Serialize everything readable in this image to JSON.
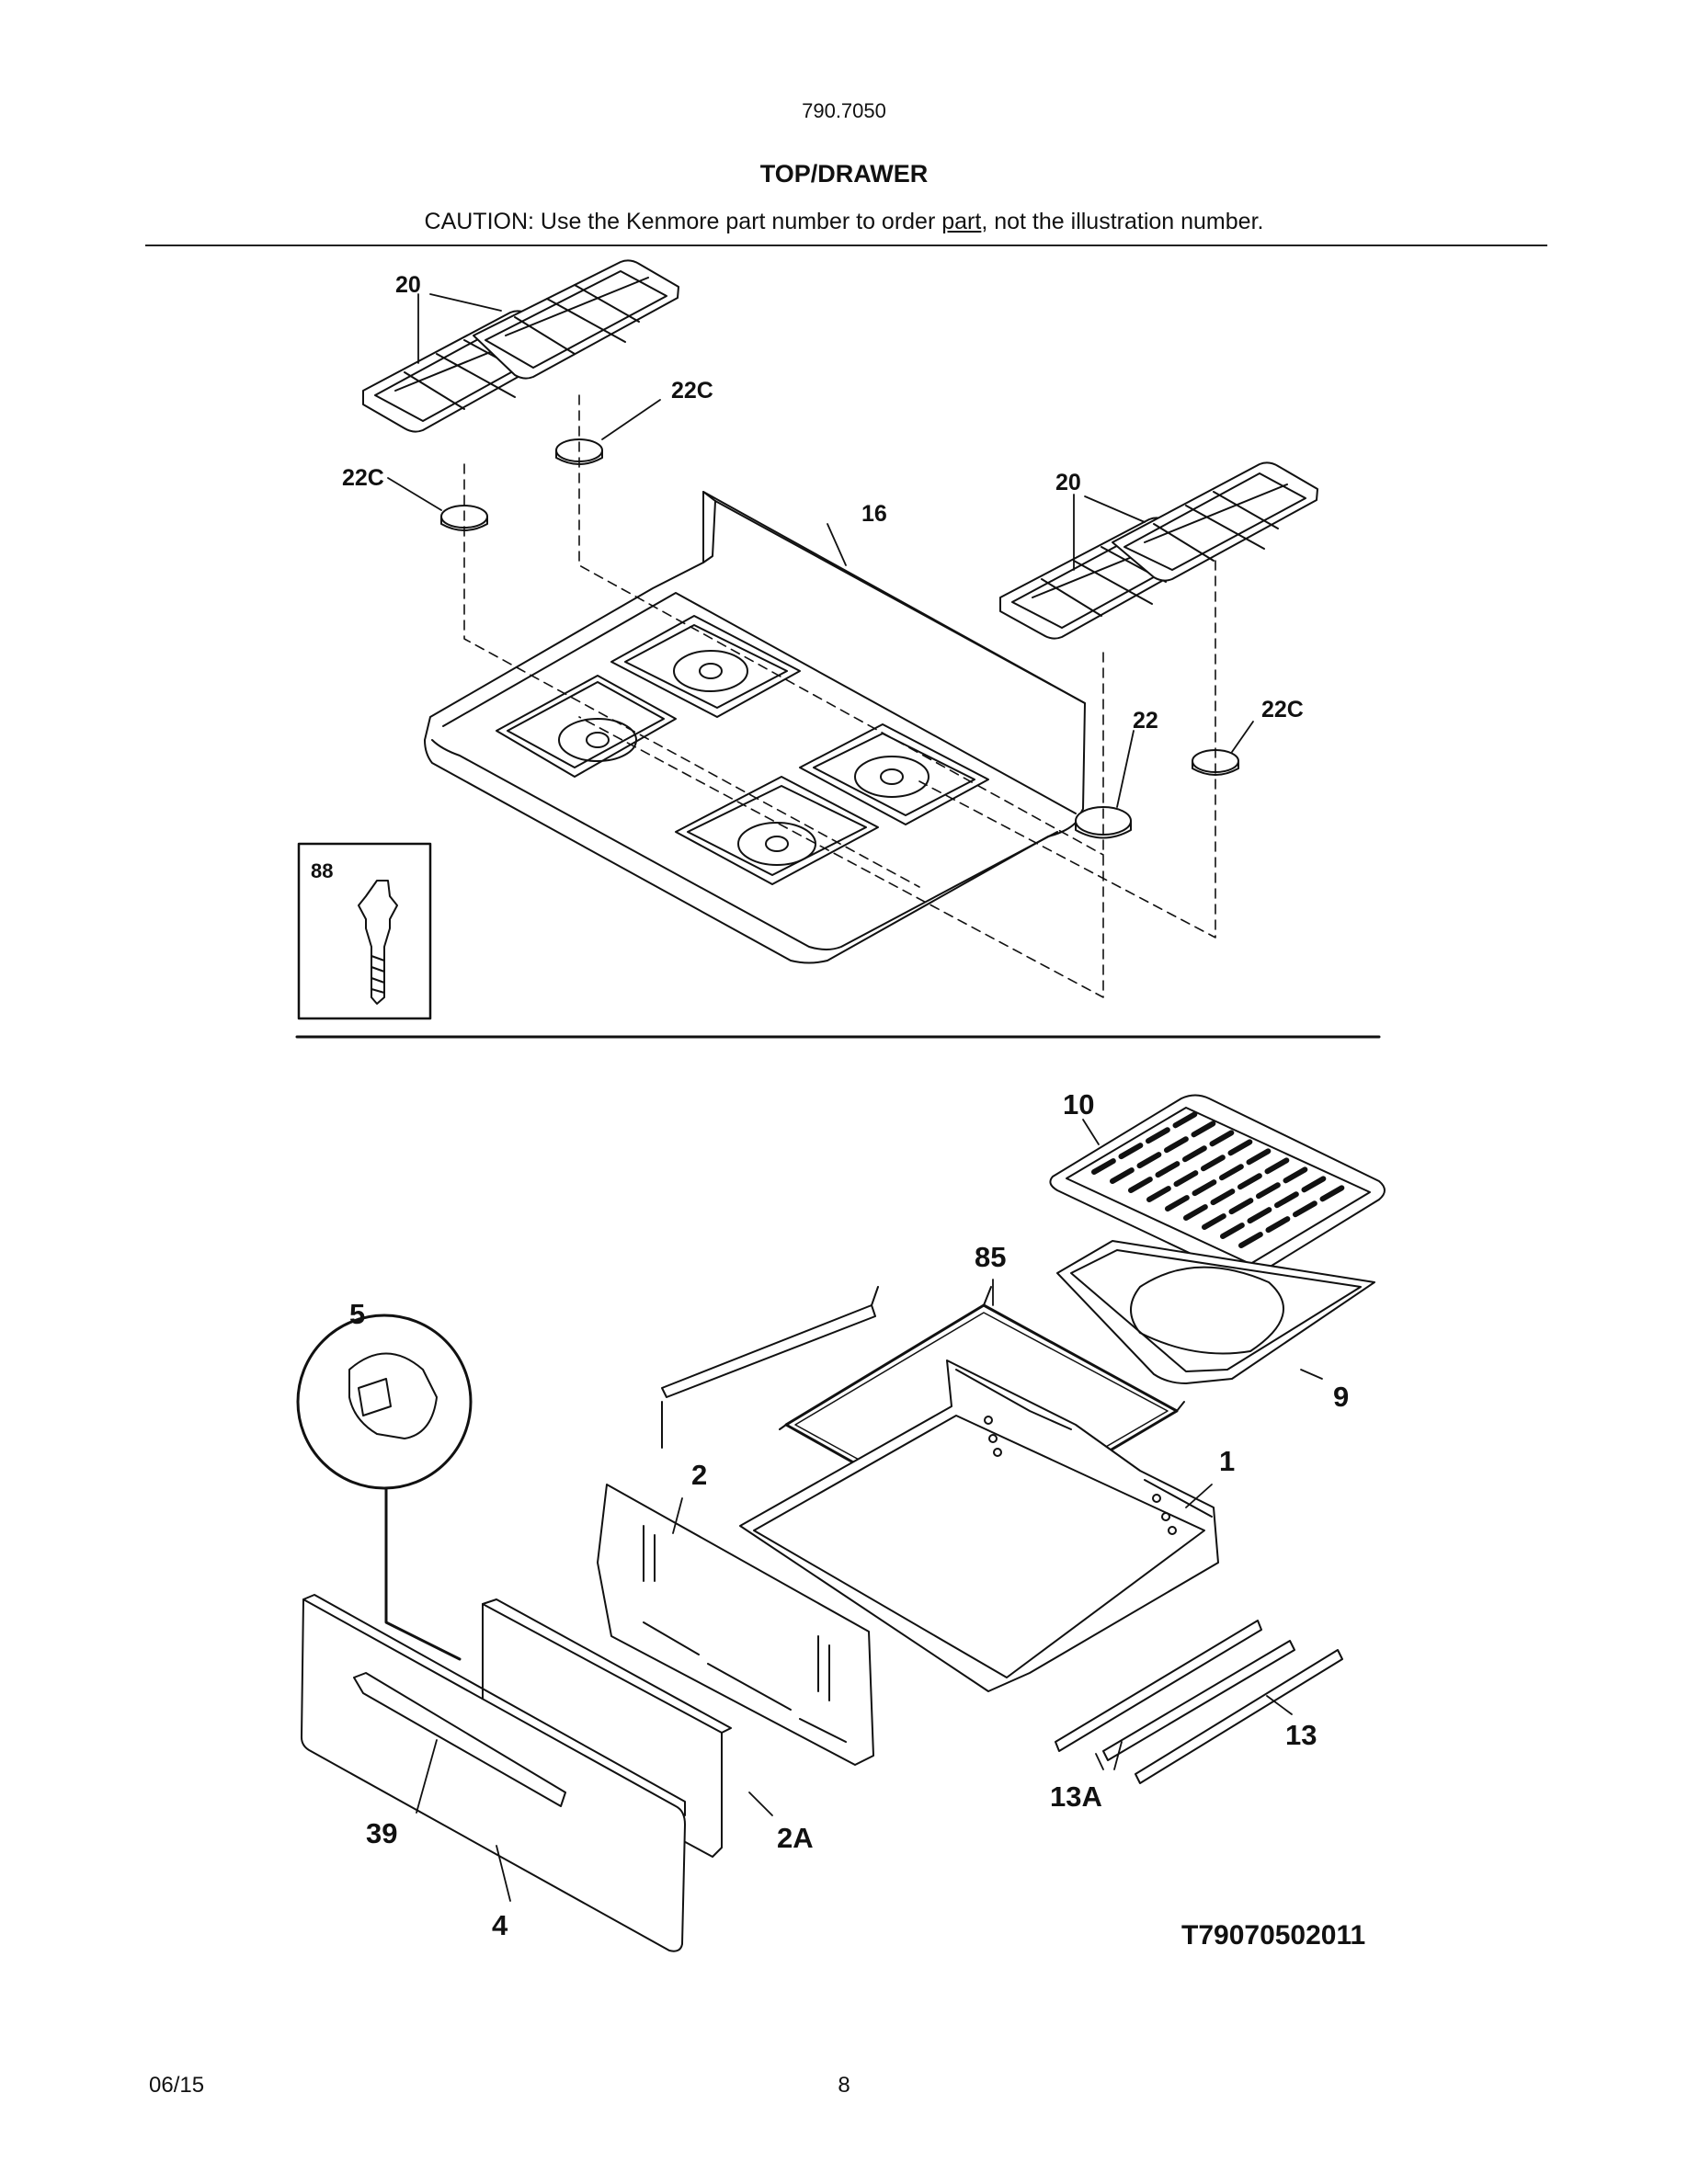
{
  "header": {
    "model_number": "790.7050",
    "section_title": "TOP/DRAWER",
    "caution_prefix": "CAUTION: Use the Kenmore part number to order ",
    "caution_link": "part",
    "caution_suffix": ", not the illustration number."
  },
  "callouts": {
    "grate_left": "20",
    "cap_left_upper": "22C",
    "cap_left_lower": "22C",
    "top": "16",
    "grate_right": "20",
    "cap_right_head": "22",
    "cap_right_small": "22C",
    "screw": "88",
    "broiler_insert": "10",
    "broiler_pan": "9",
    "drawer_rack": "85",
    "knob": "5",
    "drawer_body": "1",
    "drawer_back": "2",
    "drawer_liner": "2A",
    "drawer_handle": "39",
    "drawer_front": "4",
    "slide": "13",
    "slide_assembly": "13A"
  },
  "illustration_id": "T79070502011",
  "footer": {
    "date": "06/15",
    "page": "8"
  }
}
